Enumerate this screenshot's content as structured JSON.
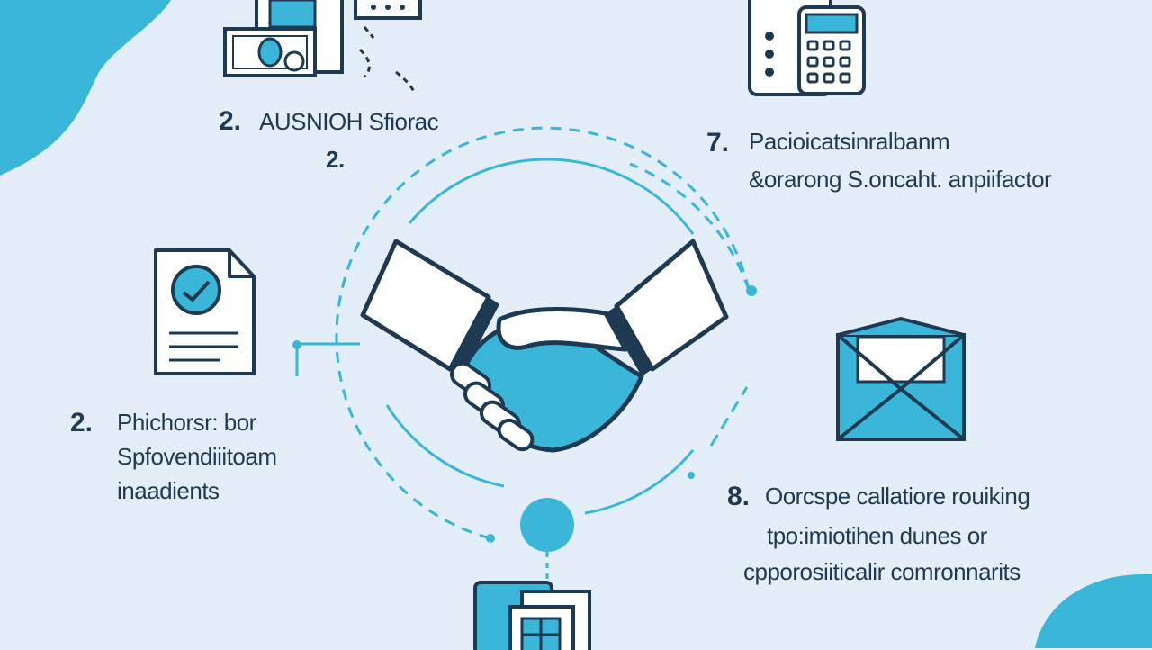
{
  "colors": {
    "background": "#e3eef8",
    "accent": "#3ab7d8",
    "dark": "#1e3a52",
    "white": "#ffffff"
  },
  "steps": [
    {
      "id": "top-left",
      "number": "2.",
      "lines": [
        "AUSNIOH Sfiorac",
        "2."
      ],
      "icon": "invoice-money-icon"
    },
    {
      "id": "top-right",
      "number": "7.",
      "lines": [
        "Pacioicatsinralbanm",
        "&orarong S.oncaht. anpiifactor"
      ],
      "icon": "calculator-icon"
    },
    {
      "id": "left",
      "number": "2.",
      "lines": [
        "Phichorsr: bor",
        "Spfovendiiitoam",
        "inaadients"
      ],
      "icon": "document-check-icon"
    },
    {
      "id": "right",
      "number": "8.",
      "lines": [
        "Oorcspe callatiore rouiking",
        "tpo:imiotihen dunes or",
        "cpporosiiticalir comronnarits"
      ],
      "icon": "envelope-icon"
    }
  ],
  "center": {
    "icon": "handshake-icon"
  },
  "bottom": {
    "icon": "building-icon"
  }
}
